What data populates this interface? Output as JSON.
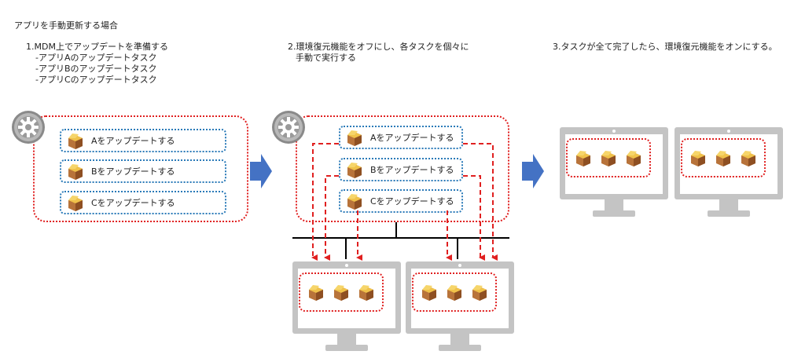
{
  "header": {
    "title": "アプリを手動更新する場合"
  },
  "steps": {
    "step1": {
      "label": "1.MDM上でアップデートを準備する",
      "items": [
        "-アプリAのアップデートタスク",
        "-アプリBのアップデートタスク",
        "-アプリCのアップデートタスク"
      ]
    },
    "step2": {
      "line1": "2.環境復元機能をオフにし、各タスクを個々に",
      "line2": "手動で実行する"
    },
    "step3": {
      "label": "3.タスクが全て完了したら、環境復元機能をオンにする。"
    }
  },
  "tasks": {
    "a": "Aをアップデートする",
    "b": "Bをアップデートする",
    "c": "Cをアップデートする"
  },
  "icons": {
    "gear": "gear-icon",
    "package": "package-icon",
    "arrow": "arrow-right-icon",
    "monitor": "monitor-icon"
  },
  "colors": {
    "group_border": "#e02020",
    "task_border": "#2a7ab8",
    "arrow": "#4472c4",
    "monitor": "#c4c4c4"
  }
}
